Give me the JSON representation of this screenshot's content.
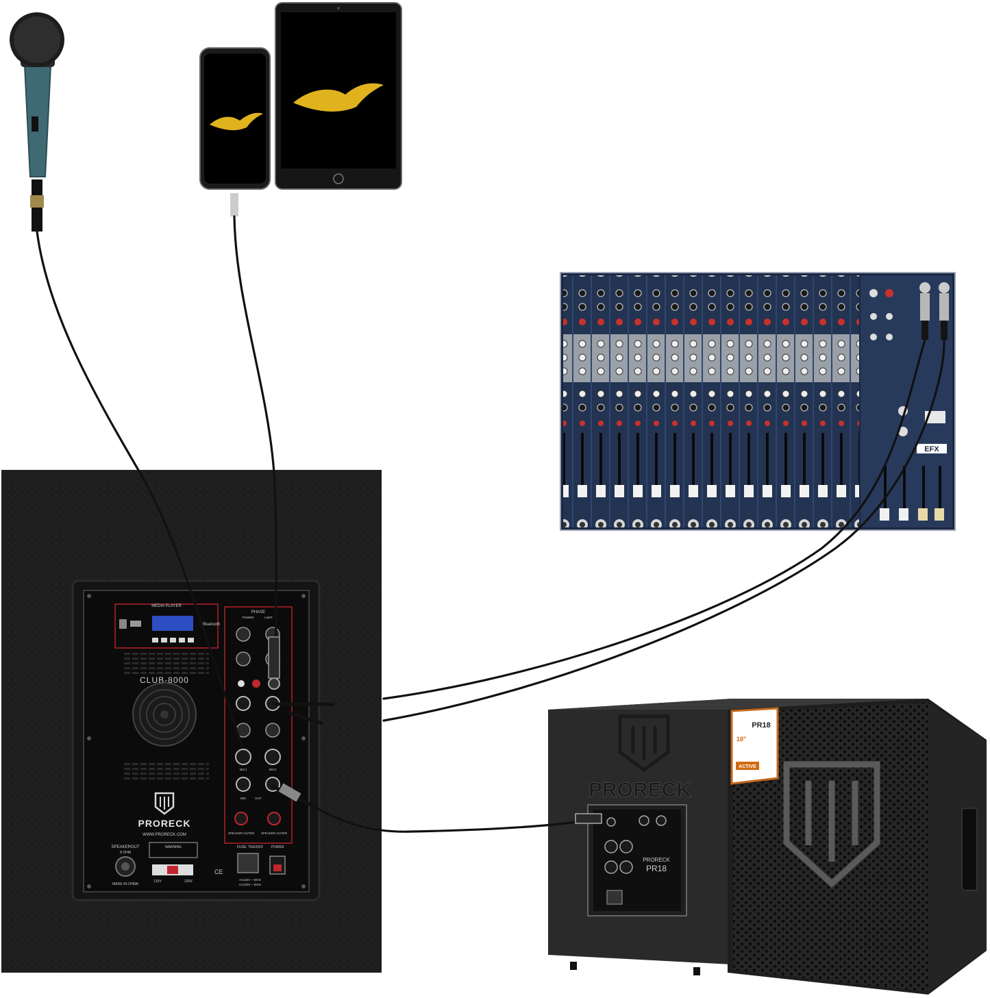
{
  "colors": {
    "cabinet": "#1c1c1c",
    "panel": "#0d0d0d",
    "accent_red": "#b3202a",
    "mixer_blue": "#22324f",
    "cable": "#111111",
    "logo_gold": "#e0b21e"
  },
  "devices": {
    "microphone": {
      "icon": "handheld-microphone-icon"
    },
    "phone": {
      "icon": "smartphone-icon"
    },
    "tablet": {
      "icon": "tablet-icon"
    },
    "mixer": {
      "icon": "mixing-console-icon",
      "brand_tag": "EFX"
    },
    "main_speaker": {
      "brand": "PRORECK",
      "model": "CLUB-8000",
      "website": "WWW.PRORECK.COM",
      "media_player_label": "MEDIA PLAYER",
      "bluetooth_label": "Bluetooth",
      "phase_label": "PHASE",
      "power_label": "POWER",
      "limit_label": "LIMIT",
      "speakerout_label": "SPEAKEROUT",
      "ohm_label": "8 OHM",
      "warning_label": "WARNING",
      "made_in_label": "MADE IN CHINA",
      "volt_low": "115V",
      "volt_high": "230V",
      "fuse_label": "FUSE: T6A/250V",
      "ac_low": "AC115V ~ 60Hz",
      "ac_high": "AC230V ~ 50Hz",
      "power_switch_label": "POWER",
      "speaker_out_a": "SPEAKER OUTER",
      "speaker_out_b": "SPEAKER OUTER",
      "mic1": "MIC1",
      "mic2": "MIC2",
      "out_label": "OUT",
      "mix_label": "MIX"
    },
    "sub_speaker": {
      "brand": "PRORECK",
      "model": "PR18",
      "tag_size": "18\"",
      "tag_active": "ACTIVE"
    }
  }
}
